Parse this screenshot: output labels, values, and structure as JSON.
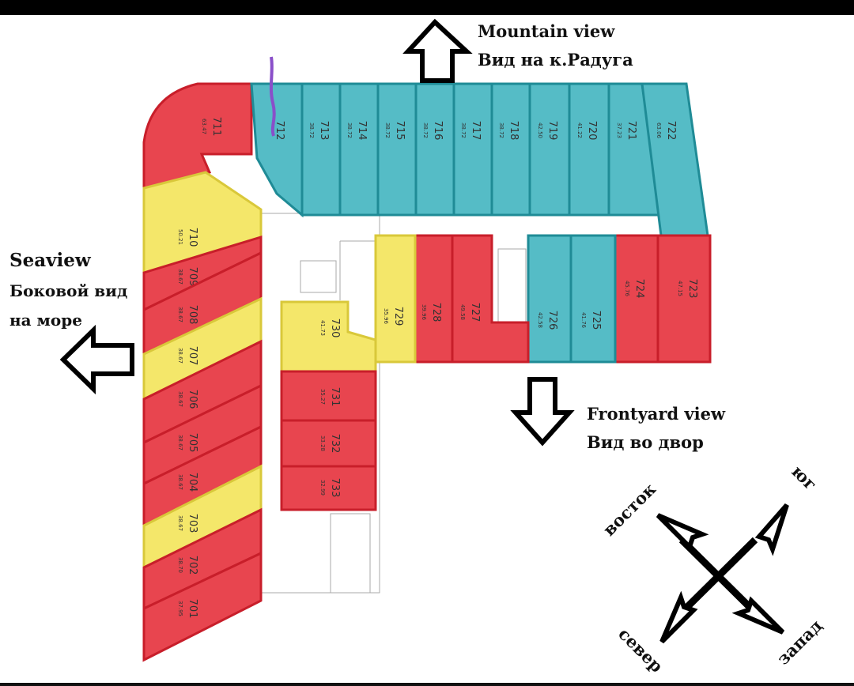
{
  "views": {
    "mountain": [
      "Mountain view",
      "Вид на к.Радуга"
    ],
    "sea": [
      "Seaview",
      "Боковой вид",
      "на море"
    ],
    "frontyard": [
      "Frontyard view",
      "Вид во двор"
    ]
  },
  "compass": {
    "vostok": "восток",
    "yug": "юг",
    "sever": "север",
    "zapad": "запад"
  },
  "colors": {
    "red": "#e8454f",
    "yellow": "#f4e76a",
    "teal": "#55bcc6"
  },
  "units": [
    {
      "num": "711",
      "area": "63.47",
      "color": "red"
    },
    {
      "num": "712",
      "area": "",
      "color": "teal"
    },
    {
      "num": "713",
      "area": "38.72",
      "color": "teal"
    },
    {
      "num": "714",
      "area": "38.72",
      "color": "teal"
    },
    {
      "num": "715",
      "area": "38.72",
      "color": "teal"
    },
    {
      "num": "716",
      "area": "38.72",
      "color": "teal"
    },
    {
      "num": "717",
      "area": "38.72",
      "color": "teal"
    },
    {
      "num": "718",
      "area": "38.72",
      "color": "teal"
    },
    {
      "num": "719",
      "area": "42.50",
      "color": "teal"
    },
    {
      "num": "720",
      "area": "41.22",
      "color": "teal"
    },
    {
      "num": "721",
      "area": "37.23",
      "color": "teal"
    },
    {
      "num": "722",
      "area": "63.06",
      "color": "teal"
    },
    {
      "num": "723",
      "area": "47.15",
      "color": "red"
    },
    {
      "num": "724",
      "area": "45.76",
      "color": "red"
    },
    {
      "num": "725",
      "area": "41.76",
      "color": "teal"
    },
    {
      "num": "726",
      "area": "42.58",
      "color": "teal"
    },
    {
      "num": "727",
      "area": "49.58",
      "color": "red"
    },
    {
      "num": "728",
      "area": "39.96",
      "color": "red"
    },
    {
      "num": "729",
      "area": "35.96",
      "color": "yellow"
    },
    {
      "num": "730",
      "area": "41.73",
      "color": "yellow"
    },
    {
      "num": "731",
      "area": "35.27",
      "color": "red"
    },
    {
      "num": "732",
      "area": "33.28",
      "color": "red"
    },
    {
      "num": "733",
      "area": "32.99",
      "color": "red"
    },
    {
      "num": "710",
      "area": "50.21",
      "color": "yellow"
    },
    {
      "num": "709",
      "area": "38.67",
      "color": "red"
    },
    {
      "num": "708",
      "area": "38.67",
      "color": "red"
    },
    {
      "num": "707",
      "area": "38.67",
      "color": "yellow"
    },
    {
      "num": "706",
      "area": "38.67",
      "color": "red"
    },
    {
      "num": "705",
      "area": "38.67",
      "color": "red"
    },
    {
      "num": "704",
      "area": "38.67",
      "color": "red"
    },
    {
      "num": "703",
      "area": "38.67",
      "color": "yellow"
    },
    {
      "num": "702",
      "area": "38.70",
      "color": "red"
    },
    {
      "num": "701",
      "area": "37.95",
      "color": "red"
    }
  ]
}
